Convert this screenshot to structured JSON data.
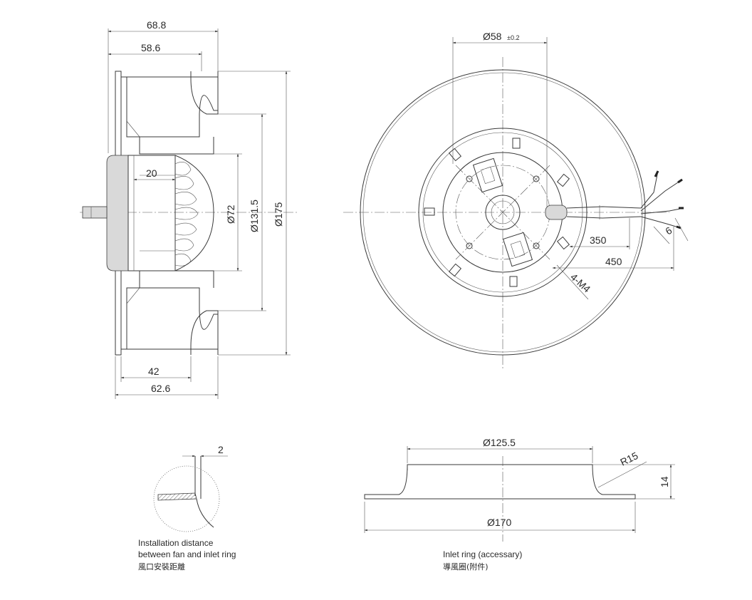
{
  "side_view": {
    "dim_overall_depth": "68.8",
    "dim_blade_depth": "58.6",
    "dim_motor_step": "20",
    "dim_hub_diameter": "Ø72",
    "dim_inlet_diameter": "Ø131.5",
    "dim_outer_diameter": "Ø175",
    "dim_base_depth": "42",
    "dim_base_overall": "62.6"
  },
  "front_view": {
    "dim_bolt_circle": "Ø58",
    "dim_bolt_circle_tol": "±0.2",
    "dim_lead_short": "350",
    "dim_lead_long": "450",
    "dim_strip": "6",
    "label_thread": "4-M4"
  },
  "detail_view": {
    "dim_gap": "2",
    "caption_en_line1": "Installation distance",
    "caption_en_line2": "between fan and inlet ring",
    "caption_cn": "風口安裝距離"
  },
  "inlet_ring": {
    "dim_throat": "Ø125.5",
    "dim_radius": "R15",
    "dim_height": "14",
    "dim_flange": "Ø170",
    "caption_en": "Inlet ring  (accessary)",
    "caption_cn": "導風圈(附件)"
  },
  "colors": {
    "line": "#3a3a3a",
    "text": "#2a2a2a",
    "fill": "#d9d9d9"
  }
}
